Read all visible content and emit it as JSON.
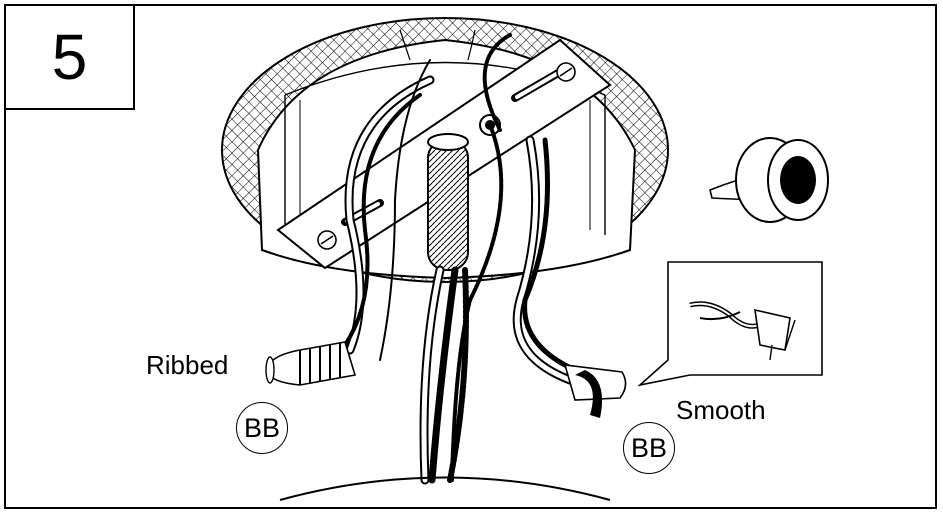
{
  "step": {
    "number": "5"
  },
  "labels": {
    "ribbed": "Ribbed",
    "smooth": "Smooth"
  },
  "badges": {
    "left": "BB",
    "right": "BB"
  },
  "icons": {
    "tape": "electrical-tape-icon",
    "callout": "wire-twist-callout-icon"
  },
  "colors": {
    "line": "#000000",
    "background": "#ffffff"
  }
}
